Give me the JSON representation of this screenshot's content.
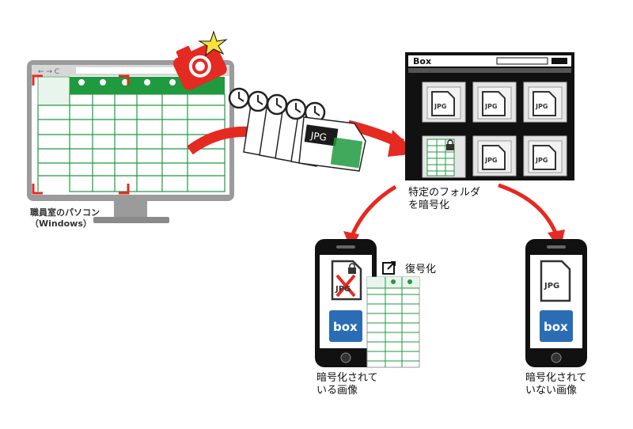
{
  "pc_caption_line1": "職員室のパソコン",
  "pc_caption_line2": "（Windows）",
  "box_window_title": "Box",
  "file_label": "JPG",
  "folder_caption_line1": "特定のフォルダ",
  "folder_caption_line2": "を暗号化",
  "decrypt_label": "復号化",
  "box_logo_text": "box",
  "left_phone_caption_line1": "暗号化されて",
  "left_phone_caption_line2": "いる画像",
  "right_phone_caption_line1": "暗号化されて",
  "right_phone_caption_line2": "いない画像",
  "colors": {
    "green": "#1f9a3f",
    "red": "#e52a22",
    "box_blue": "#2a6db5",
    "dark": "#111111"
  }
}
